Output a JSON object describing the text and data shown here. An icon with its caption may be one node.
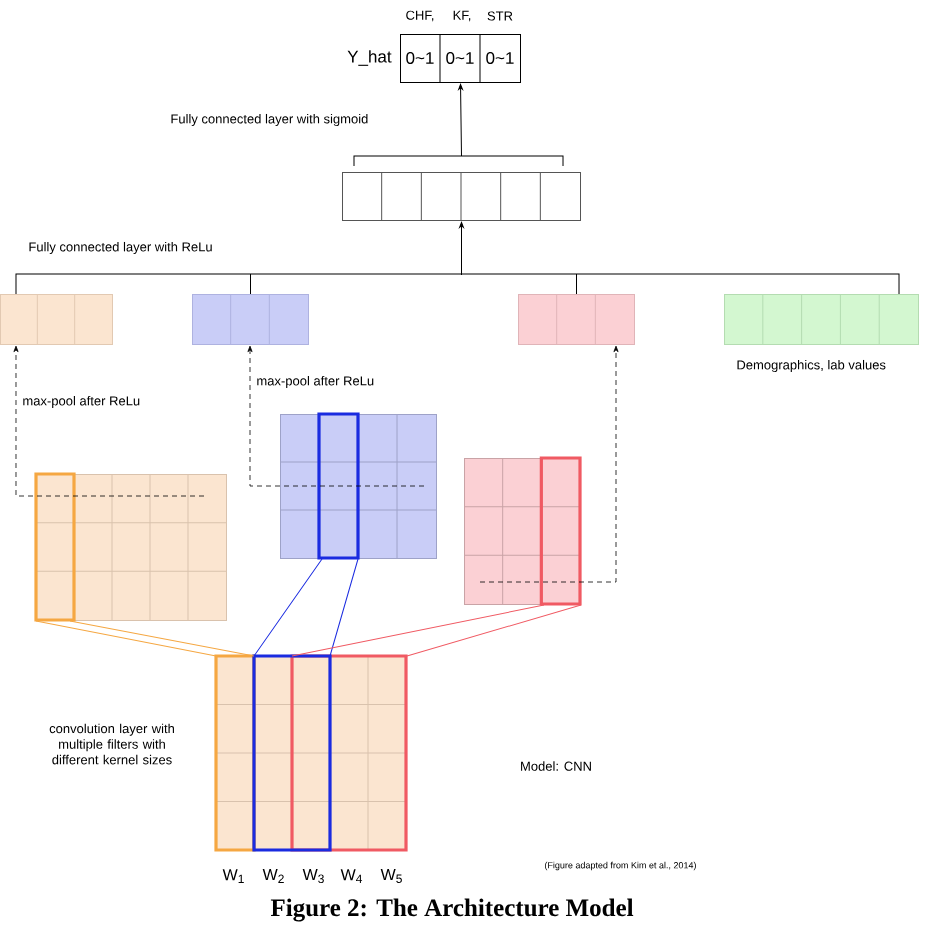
{
  "diagram": {
    "caption": "Figure 2: The Architecture Model",
    "nodes": [
      {
        "text": [
          "0~1",
          "0~1",
          "0~1"
        ],
        "beside": [
          "Y_hat"
        ]
      },
      {
        "text": [],
        "shape": "box",
        "beside": [
          "Fully connected layer with sigmoid"
        ]
      },
      {
        "text": [],
        "shape": "box"
      },
      {
        "text": [],
        "shape": "box"
      },
      {
        "text": [],
        "shape": "box"
      },
      {
        "text": [],
        "shape": "box",
        "beside": [
          "Demographics, lab values"
        ]
      },
      {
        "text": [],
        "shape": "box"
      },
      {
        "text": [],
        "shape": "box"
      },
      {
        "text": [],
        "shape": "box"
      },
      {
        "text": [],
        "shape": "box"
      }
    ],
    "edges": [
      {
        "from": 1,
        "to": 0,
        "arrow": "to"
      },
      {
        "from": 2,
        "to": 1,
        "arrow": "to"
      },
      {
        "from": 3,
        "to": 1,
        "arrow": "to"
      },
      {
        "from": 4,
        "to": 1,
        "arrow": "to"
      },
      {
        "from": 5,
        "to": 1,
        "arrow": "to"
      },
      {
        "from": 6,
        "to": 2,
        "arrow": "to",
        "style": "dashed",
        "label": "max-pool after ReLu"
      },
      {
        "from": 7,
        "to": 3,
        "arrow": "to",
        "style": "dashed",
        "label": "max-pool after ReLu"
      },
      {
        "from": 8,
        "to": 4,
        "arrow": "to",
        "style": "dashed"
      },
      {
        "from": 9,
        "to": 6,
        "arrow": "none",
        "color": "#f5a742"
      },
      {
        "from": 9,
        "to": 7,
        "arrow": "none",
        "color": "#1a2be0"
      },
      {
        "from": 9,
        "to": 8,
        "arrow": "none",
        "color": "#f05a63"
      }
    ],
    "labels": [
      "CHF,",
      "KF,",
      "STR",
      "Fully connected layer with ReLu",
      "convolution layer with multiple filters with different kernel sizes",
      "Model: CNN",
      "W$_{1}$",
      "W$_{2}$",
      "W$_{3}$",
      "W$_{4}$",
      "W$_{5}$",
      "(Figure adapted from Kim et al., 2014)"
    ]
  }
}
